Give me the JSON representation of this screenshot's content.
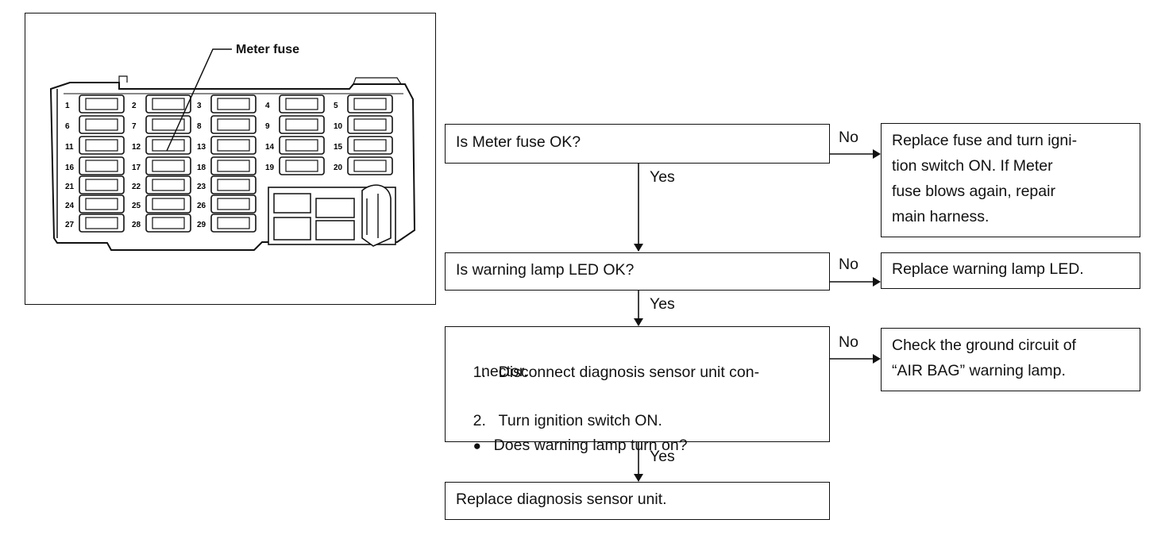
{
  "figure": {
    "callout": "Meter fuse",
    "fuse_numbers": [
      "1",
      "2",
      "3",
      "4",
      "5",
      "6",
      "7",
      "8",
      "9",
      "10",
      "11",
      "12",
      "13",
      "14",
      "15",
      "16",
      "17",
      "18",
      "19",
      "20",
      "21",
      "22",
      "23",
      "24",
      "25",
      "26",
      "27",
      "28",
      "29"
    ]
  },
  "flow": {
    "q1": "Is Meter fuse OK?",
    "q1_no_action": [
      "Replace fuse and turn igni-",
      "tion switch ON. If Meter",
      "fuse blows again, repair",
      "main harness."
    ],
    "q2": "Is warning lamp LED OK?",
    "q2_no_action": "Replace warning lamp LED.",
    "q3": {
      "step1_num": "1.",
      "step1_line1": "Disconnect diagnosis sensor unit con-",
      "step1_line2": "nector.",
      "step2_num": "2.",
      "step2": "Turn ignition switch ON.",
      "bullet": "●",
      "question": "Does warning lamp turn on?"
    },
    "q3_no_action": [
      "Check the ground circuit of",
      "“AIR BAG” warning lamp."
    ],
    "final": "Replace diagnosis sensor unit.",
    "yes_label": "Yes",
    "no_label": "No"
  }
}
